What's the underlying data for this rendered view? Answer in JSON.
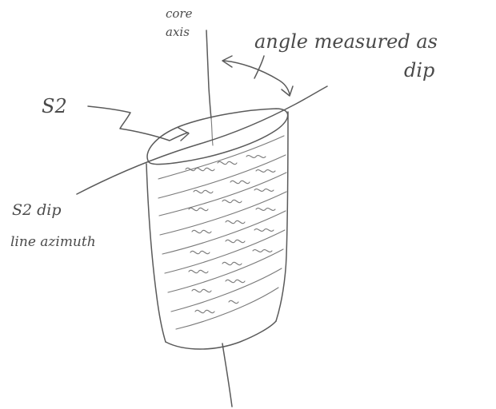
{
  "labels": {
    "core_axis": [
      "core",
      "axis"
    ],
    "angle_note": [
      "angle measured as",
      "dip"
    ],
    "s2": "S2",
    "s2_dip_line": [
      "S2 dip",
      "line azimuth"
    ]
  },
  "colors": {
    "pencil": "#5a5a5a",
    "paper": "#ffffff"
  }
}
